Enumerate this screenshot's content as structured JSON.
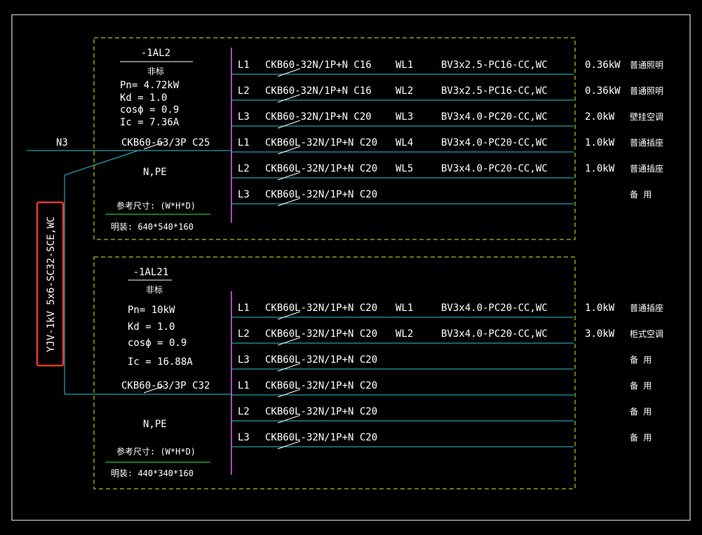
{
  "colors": {
    "background": "#000000",
    "frame": "#ffffff",
    "box": "#e6e622",
    "line": "#27c6d6",
    "busbar": "#b24cc4",
    "underline": "#2dbb2d",
    "text": "#ffffff",
    "highlight": "#e53935"
  },
  "incoming": {
    "feeder_label": "N3",
    "cable_label": "YJV-1kV 5x6-SC32-SCE,WC"
  },
  "panels": [
    {
      "name": "-1AL2",
      "type": "非标",
      "pn": "Pn= 4.72kW",
      "kd": "Kd = 1.0",
      "cos": "cosϕ = 0.9",
      "ic": "Ic = 7.36A",
      "main_breaker": "CKB60-63/3P C25",
      "npe": "N,PE",
      "size_label": "参考尺寸:  (W*H*D)",
      "size_value": "明装: 640*540*160",
      "circuits": [
        {
          "phase": "L1",
          "breaker": "CKB60-32N/1P+N C16",
          "wl": "WL1",
          "cable": "BV3x2.5-PC16-CC,WC",
          "power": "0.36kW",
          "use": "普通照明"
        },
        {
          "phase": "L2",
          "breaker": "CKB60-32N/1P+N C16",
          "wl": "WL2",
          "cable": "BV3x2.5-PC16-CC,WC",
          "power": "0.36kW",
          "use": "普通照明"
        },
        {
          "phase": "L3",
          "breaker": "CKB60-32N/1P+N C20",
          "wl": "WL3",
          "cable": "BV3x4.0-PC20-CC,WC",
          "power": "2.0kW",
          "use": "壁挂空调"
        },
        {
          "phase": "L1",
          "breaker": "CKB60L-32N/1P+N C20",
          "wl": "WL4",
          "cable": "BV3x4.0-PC20-CC,WC",
          "power": "1.0kW",
          "use": "普通插座"
        },
        {
          "phase": "L2",
          "breaker": "CKB60L-32N/1P+N C20",
          "wl": "WL5",
          "cable": "BV3x4.0-PC20-CC,WC",
          "power": "1.0kW",
          "use": "普通插座"
        },
        {
          "phase": "L3",
          "breaker": "CKB60L-32N/1P+N C20",
          "wl": "",
          "cable": "",
          "power": "",
          "use": "备  用"
        }
      ]
    },
    {
      "name": "-1AL21",
      "type": "非标",
      "pn": "Pn= 10kW",
      "kd": "Kd = 1.0",
      "cos": "cosϕ = 0.9",
      "ic": "Ic = 16.88A",
      "main_breaker": "CKB60-63/3P C32",
      "npe": "N,PE",
      "size_label": "参考尺寸:  (W*H*D)",
      "size_value": "明装: 440*340*160",
      "circuits": [
        {
          "phase": "L1",
          "breaker": "CKB60L-32N/1P+N C20",
          "wl": "WL1",
          "cable": "BV3x4.0-PC20-CC,WC",
          "power": "1.0kW",
          "use": "普通插座"
        },
        {
          "phase": "L2",
          "breaker": "CKB60L-32N/1P+N C20",
          "wl": "WL2",
          "cable": "BV3x4.0-PC20-CC,WC",
          "power": "3.0kW",
          "use": "柜式空调"
        },
        {
          "phase": "L3",
          "breaker": "CKB60L-32N/1P+N C20",
          "wl": "",
          "cable": "",
          "power": "",
          "use": "备  用"
        },
        {
          "phase": "L1",
          "breaker": "CKB60L-32N/1P+N C20",
          "wl": "",
          "cable": "",
          "power": "",
          "use": "备  用"
        },
        {
          "phase": "L2",
          "breaker": "CKB60L-32N/1P+N C20",
          "wl": "",
          "cable": "",
          "power": "",
          "use": "备  用"
        },
        {
          "phase": "L3",
          "breaker": "CKB60L-32N/1P+N C20",
          "wl": "",
          "cable": "",
          "power": "",
          "use": "备  用"
        }
      ]
    }
  ]
}
